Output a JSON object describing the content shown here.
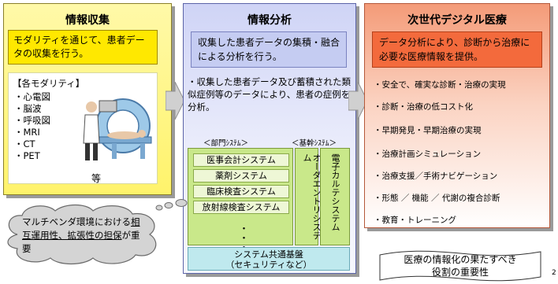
{
  "panel1": {
    "title": "情報収集",
    "desc": "モダリティを通じて、患者データの収集を行う。",
    "modalities_heading": "【各モダリティ】",
    "modalities": [
      "・心電図",
      "・脳波",
      "・呼吸図",
      "・MRI",
      "・CT",
      "・PET"
    ],
    "etc": "等"
  },
  "panel2": {
    "title": "情報分析",
    "desc": "収集した患者データの集積・融合による分析を行う。",
    "text": "・収集した患者データ及び蓄積された類似症例等のデータにより、患者の症例を分析。",
    "dept_label": "＜部門ｼｽﾃﾑ＞",
    "core_label": "＜基幹ｼｽﾃﾑ＞",
    "dept_systems": [
      "医事会計システム",
      "薬剤システム",
      "臨床検査システム",
      "放射線検査システム"
    ],
    "dept_more": "・・・",
    "order_entry": "オーダエントリシステム",
    "ehr": "電子カルテシステム",
    "base_line1": "システム共通基盤",
    "base_line2": "（セキュリティなど）"
  },
  "panel3": {
    "title": "次世代デジタル医療",
    "desc": "データ分析により、診断から治療に必要な医療情報を提供。",
    "items": [
      "・安全で、確実な診断・治療の実現",
      "・診断・治療の低コスト化",
      "・早期発見・早期治療の実現",
      "・治療計画シミュレーション",
      "・治療支援／手術ナビゲーション",
      "・形態 ／ 機能 ／ 代謝の複合診断",
      "・教育・トレーニング"
    ]
  },
  "callout_cloud": {
    "part1": "マルチベンダ環境における",
    "part2": "相互運用性、拡張性の担保",
    "part3": "が重要"
  },
  "callout_scroll": {
    "text": "医療の情報化の果たすべき役割の重要性"
  },
  "page_number": "2",
  "colors": {
    "panel1": "#fff36b",
    "panel2": "#cfd4f6",
    "panel3": "#f49b78",
    "system_green": "#c9e88a",
    "base_cyan": "#bfe9ee"
  }
}
